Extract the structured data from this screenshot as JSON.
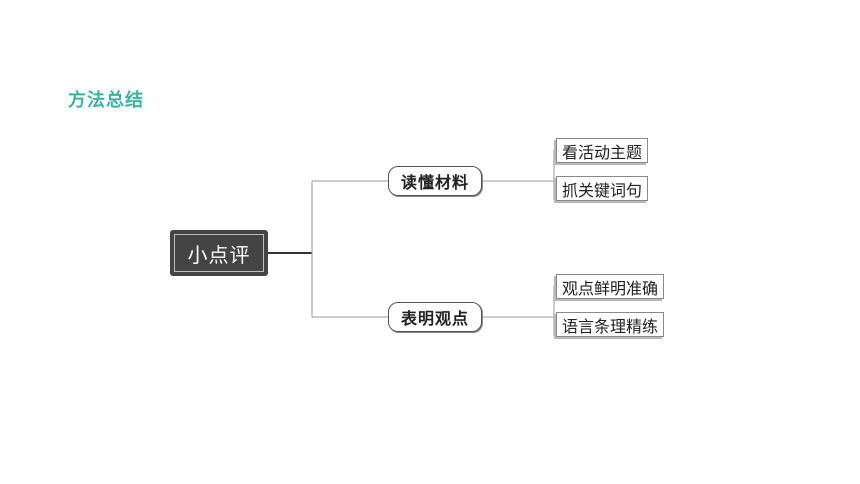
{
  "header": {
    "title": "方法总结"
  },
  "mindmap": {
    "root": "小点评",
    "branches": [
      {
        "label": "读懂材料",
        "children": [
          "看活动主题",
          "抓关键词句"
        ]
      },
      {
        "label": "表明观点",
        "children": [
          "观点鲜明准确",
          "语言条理精练"
        ]
      }
    ]
  },
  "colors": {
    "title": "#3bb3a4",
    "root_bg": "#444444",
    "line": "#555555"
  }
}
